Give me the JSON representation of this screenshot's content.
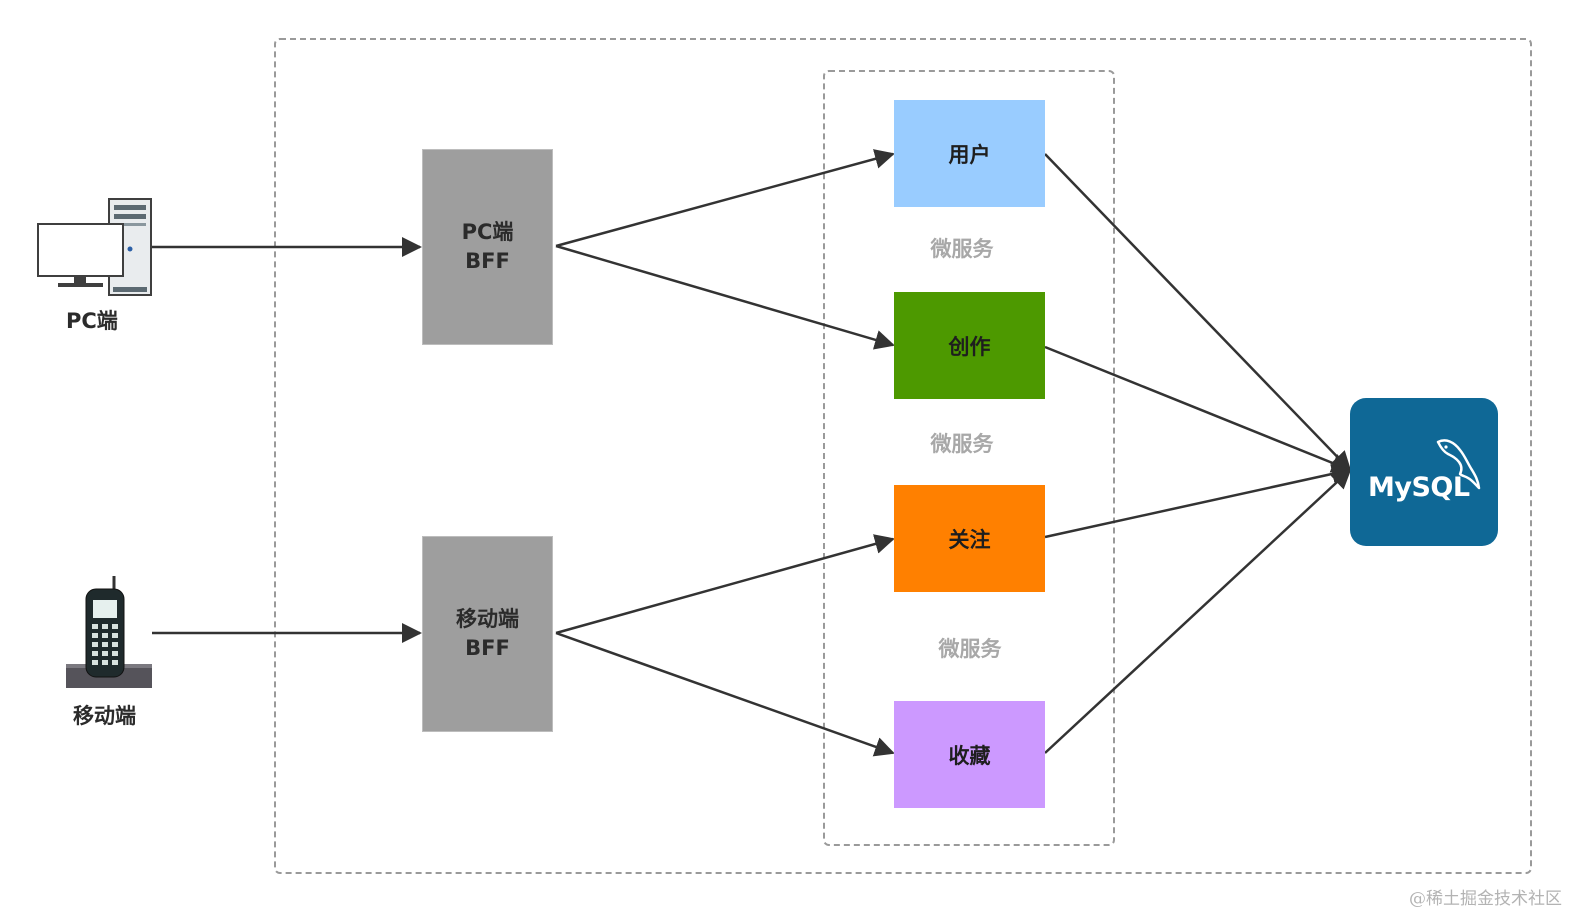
{
  "clients": {
    "pc_label": "PC端",
    "mobile_label": "移动端"
  },
  "bff": {
    "pc_label": "PC端\nBFF",
    "mobile_label": "移动端\nBFF"
  },
  "services": {
    "user": {
      "label": "用户",
      "color": "#99ccff"
    },
    "create": {
      "label": "创作",
      "color": "#4d9900"
    },
    "follow": {
      "label": "关注",
      "color": "#ff8000"
    },
    "collect": {
      "label": "收藏",
      "color": "#cc99ff"
    }
  },
  "captions": {
    "ms_1": "微服务",
    "ms_2": "微服务",
    "ms_3": "微服务"
  },
  "database": {
    "logo_text": "MySQL",
    "color": "#0f6896"
  },
  "watermark": "@稀土掘金技术社区",
  "icons": {
    "pc": "desktop-computer-icon",
    "mobile": "mobile-phone-icon",
    "database": "mysql-dolphin-icon"
  }
}
